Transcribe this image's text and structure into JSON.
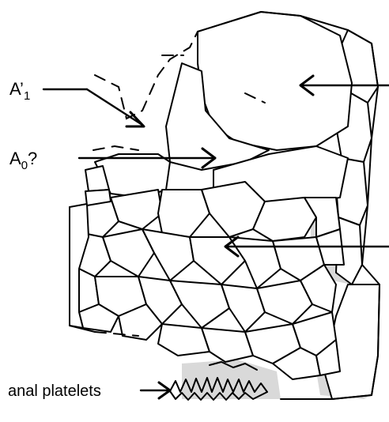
{
  "labels": {
    "a1_base": "A’",
    "a1_sub": "1",
    "a0_base": "A",
    "a0_sub": "0",
    "a0_q": "?",
    "anal": "anal platelets"
  }
}
